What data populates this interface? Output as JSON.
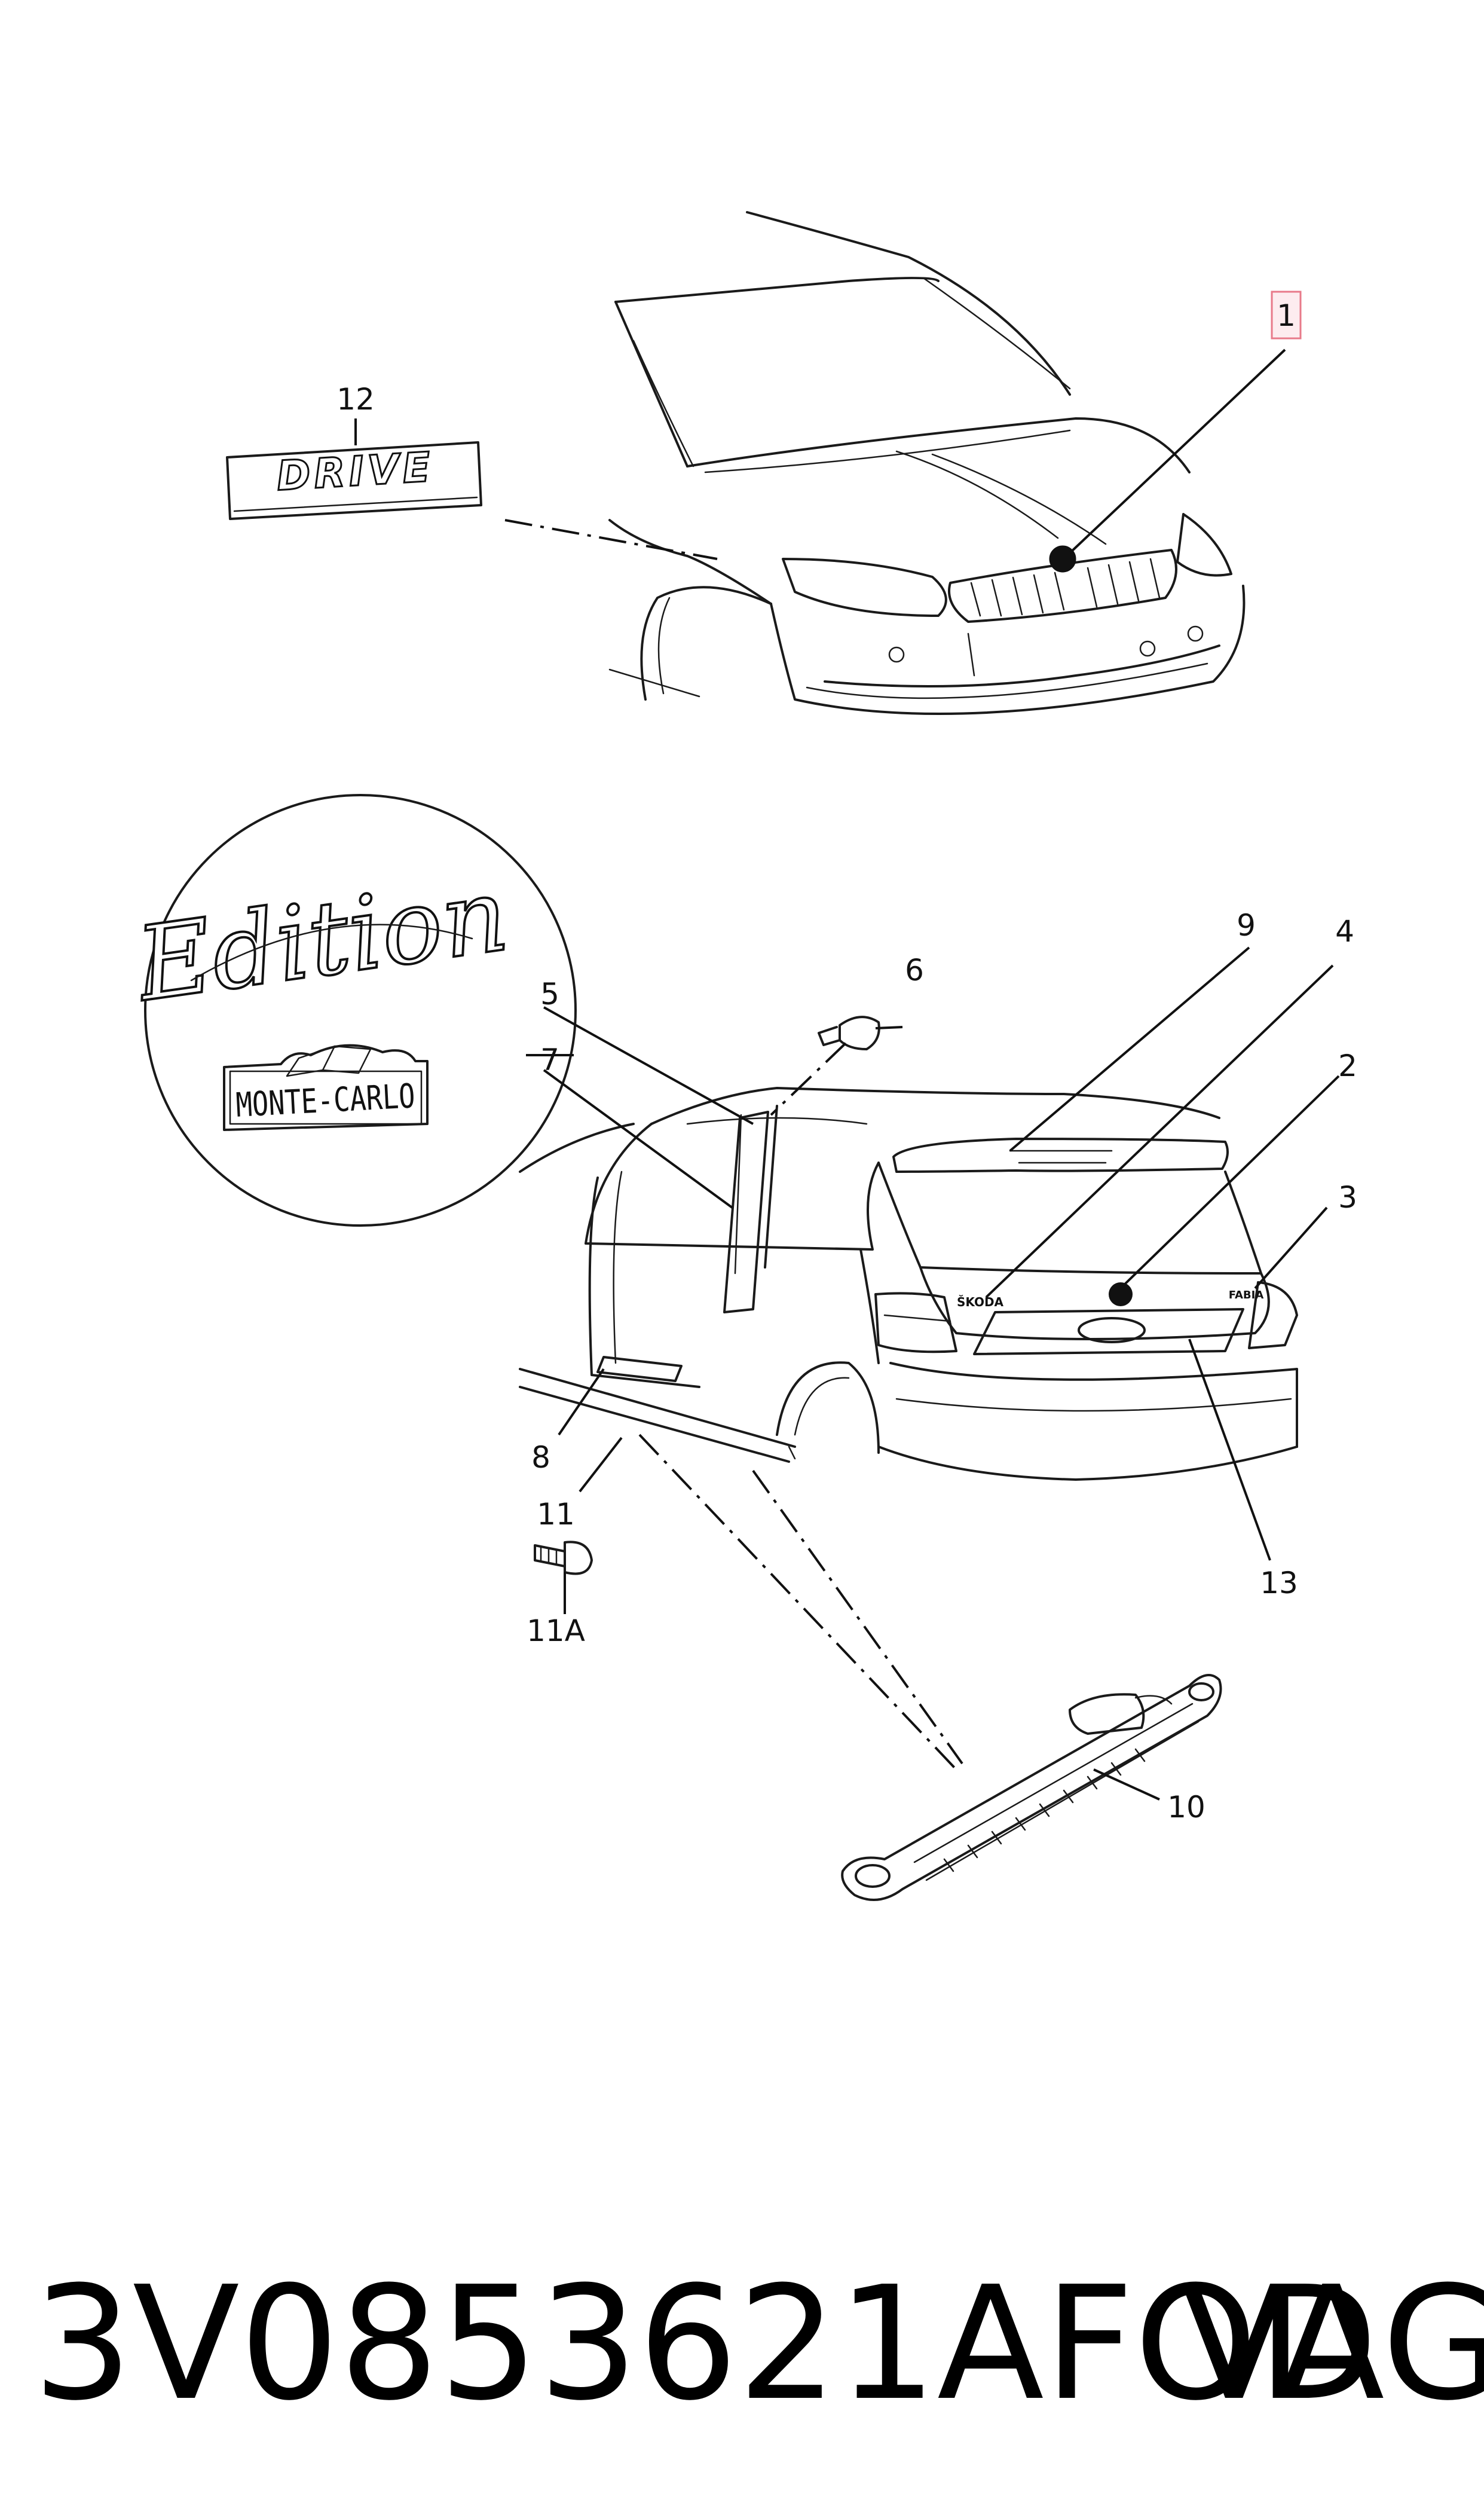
{
  "diagram": {
    "callouts": {
      "c1": "1",
      "c2": "2",
      "c3": "3",
      "c4": "4",
      "c5": "5",
      "c6": "6",
      "c7": "7",
      "c8": "8",
      "c9": "9",
      "c10": "10",
      "c11": "11",
      "c11a": "11A",
      "c12": "12",
      "c13": "13"
    },
    "highlight_color": "#e87a8a",
    "badges": {
      "drive": "DRIVE",
      "edition": "Edition",
      "monte_carlo": "MONTE-CARLO",
      "skoda": "ŠKODA",
      "fabia": "FABIA"
    }
  },
  "footer": {
    "part_number": "3V0853621AFOD",
    "brand": "VAG"
  }
}
